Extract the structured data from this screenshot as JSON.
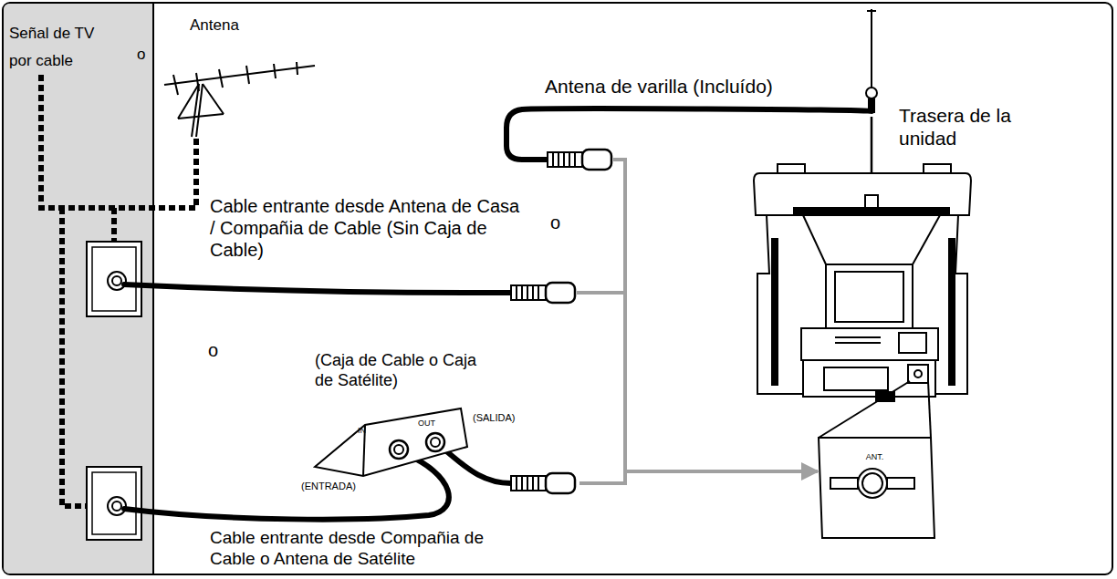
{
  "diagram": {
    "nodes": [
      {
        "text": [
          "(Caja de Cable o Caja de Satélite)",
          "IN",
          "OUT"
        ]
      },
      {
        "text": [
          "ANT."
        ]
      }
    ],
    "edges": [
      {
        "from": 0,
        "to": 1,
        "arrow": "to"
      }
    ],
    "labels": [
      "Señal de TV por cable",
      "o",
      "Antena",
      "Antena de varilla (Incluído)",
      "Trasera de la unidad",
      "Cable entrante desde Antena de Casa / Compañia de Cable (Sin Caja de Cable)",
      "o",
      "o",
      "(SALIDA)",
      "(ENTRADA)",
      "Cable entrante desde Compañia de Cable o Antena de Satélite"
    ]
  }
}
